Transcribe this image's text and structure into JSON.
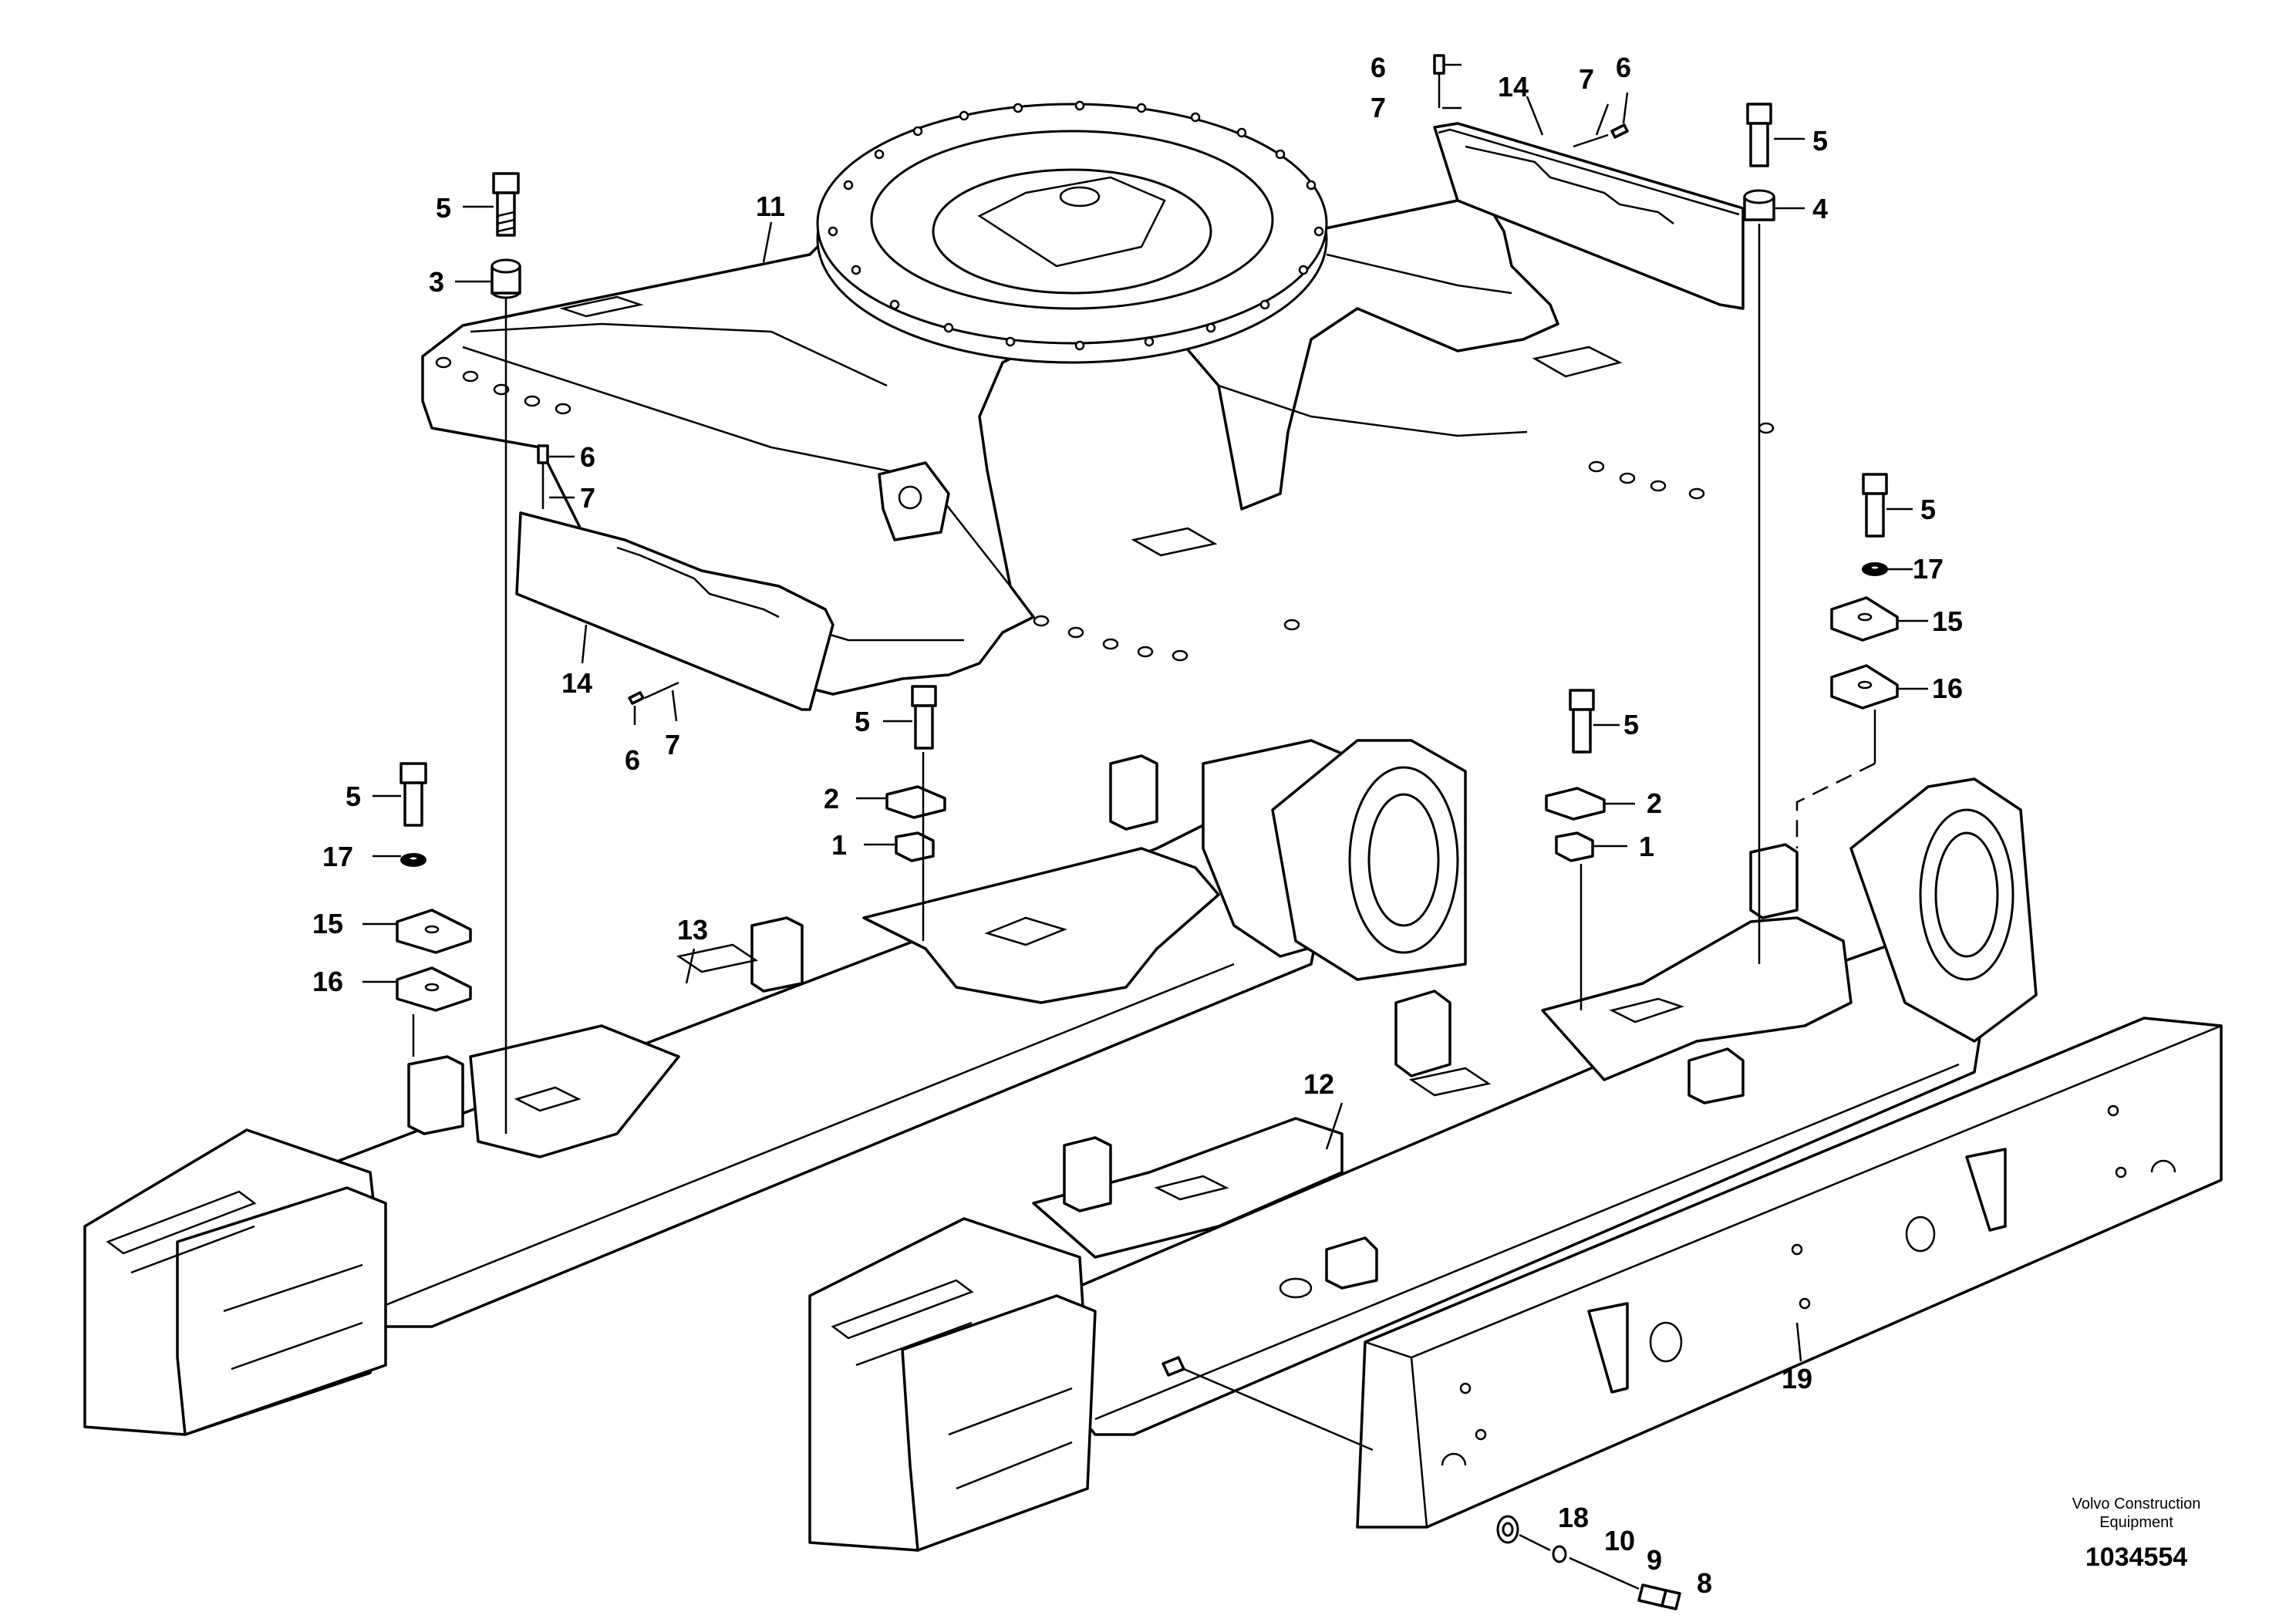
{
  "brand": {
    "line1": "Volvo Construction",
    "line2": "Equipment"
  },
  "document_number": "1034554",
  "callouts": {
    "c1a": "1",
    "c1b": "1",
    "c2a": "2",
    "c2b": "2",
    "c3": "3",
    "c4": "4",
    "c5a": "5",
    "c5b": "5",
    "c5c": "5",
    "c5d": "5",
    "c5e": "5",
    "c5f": "5",
    "c6a": "6",
    "c6b": "6",
    "c6c": "6",
    "c6d": "6",
    "c7a": "7",
    "c7b": "7",
    "c7c": "7",
    "c7d": "7",
    "c8": "8",
    "c9": "9",
    "c10": "10",
    "c11": "11",
    "c12": "12",
    "c13": "13",
    "c14a": "14",
    "c14b": "14",
    "c15a": "15",
    "c15b": "15",
    "c16a": "16",
    "c16b": "16",
    "c17a": "17",
    "c17b": "17",
    "c18": "18",
    "c19": "19"
  }
}
